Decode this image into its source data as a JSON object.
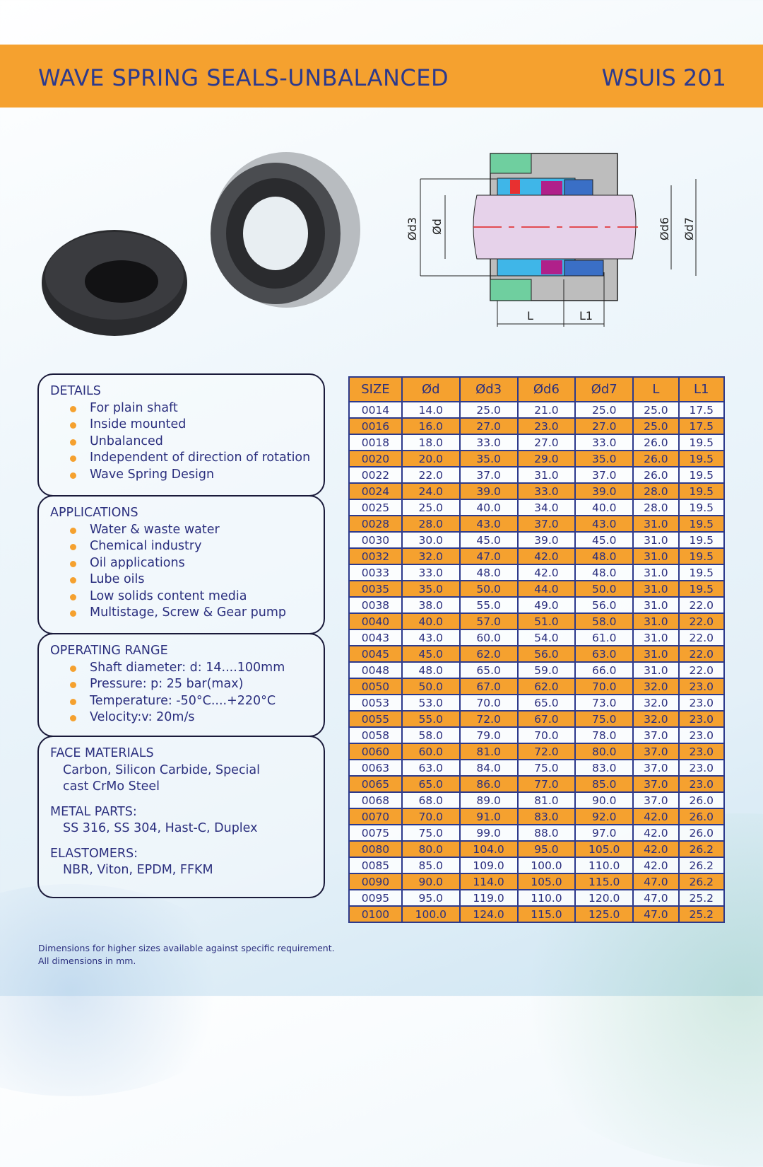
{
  "header": {
    "title": "WAVE SPRING SEALS-UNBALANCED",
    "code": "WSUIS 201"
  },
  "diagram": {
    "labels": {
      "d3": "Ød3",
      "d": "Ød",
      "d6": "Ød6",
      "d7": "Ød7",
      "L": "L",
      "L1": "L1"
    }
  },
  "details": {
    "title": "DETAILS",
    "items": [
      "For plain shaft",
      "Inside mounted",
      "Unbalanced",
      "Independent of direction of rotation",
      "Wave Spring Design"
    ]
  },
  "applications": {
    "title": "APPLICATIONS",
    "items": [
      "Water & waste water",
      "Chemical industry",
      "Oil applications",
      "Lube oils",
      "Low solids content media",
      "Multistage, Screw & Gear pump"
    ]
  },
  "operating": {
    "title": "OPERATING RANGE",
    "items": [
      "Shaft diameter: d: 14....100mm",
      "Pressure: p: 25 bar(max)",
      "Temperature: -50°C....+220°C",
      "Velocity:v: 20m/s"
    ]
  },
  "materials": {
    "face_title": "FACE MATERIALS",
    "face_1": "Carbon, Silicon Carbide, Special",
    "face_2": "cast CrMo Steel",
    "metal_title": "METAL PARTS:",
    "metal": "SS 316, SS 304, Hast-C, Duplex",
    "elast_title": "ELASTOMERS:",
    "elast": "NBR, Viton, EPDM, FFKM"
  },
  "table": {
    "headers": [
      "SIZE",
      "Ød",
      "Ød3",
      "Ød6",
      "Ød7",
      "L",
      "L1"
    ],
    "rows": [
      [
        "0014",
        "14.0",
        "25.0",
        "21.0",
        "25.0",
        "25.0",
        "17.5"
      ],
      [
        "0016",
        "16.0",
        "27.0",
        "23.0",
        "27.0",
        "25.0",
        "17.5"
      ],
      [
        "0018",
        "18.0",
        "33.0",
        "27.0",
        "33.0",
        "26.0",
        "19.5"
      ],
      [
        "0020",
        "20.0",
        "35.0",
        "29.0",
        "35.0",
        "26.0",
        "19.5"
      ],
      [
        "0022",
        "22.0",
        "37.0",
        "31.0",
        "37.0",
        "26.0",
        "19.5"
      ],
      [
        "0024",
        "24.0",
        "39.0",
        "33.0",
        "39.0",
        "28.0",
        "19.5"
      ],
      [
        "0025",
        "25.0",
        "40.0",
        "34.0",
        "40.0",
        "28.0",
        "19.5"
      ],
      [
        "0028",
        "28.0",
        "43.0",
        "37.0",
        "43.0",
        "31.0",
        "19.5"
      ],
      [
        "0030",
        "30.0",
        "45.0",
        "39.0",
        "45.0",
        "31.0",
        "19.5"
      ],
      [
        "0032",
        "32.0",
        "47.0",
        "42.0",
        "48.0",
        "31.0",
        "19.5"
      ],
      [
        "0033",
        "33.0",
        "48.0",
        "42.0",
        "48.0",
        "31.0",
        "19.5"
      ],
      [
        "0035",
        "35.0",
        "50.0",
        "44.0",
        "50.0",
        "31.0",
        "19.5"
      ],
      [
        "0038",
        "38.0",
        "55.0",
        "49.0",
        "56.0",
        "31.0",
        "22.0"
      ],
      [
        "0040",
        "40.0",
        "57.0",
        "51.0",
        "58.0",
        "31.0",
        "22.0"
      ],
      [
        "0043",
        "43.0",
        "60.0",
        "54.0",
        "61.0",
        "31.0",
        "22.0"
      ],
      [
        "0045",
        "45.0",
        "62.0",
        "56.0",
        "63.0",
        "31.0",
        "22.0"
      ],
      [
        "0048",
        "48.0",
        "65.0",
        "59.0",
        "66.0",
        "31.0",
        "22.0"
      ],
      [
        "0050",
        "50.0",
        "67.0",
        "62.0",
        "70.0",
        "32.0",
        "23.0"
      ],
      [
        "0053",
        "53.0",
        "70.0",
        "65.0",
        "73.0",
        "32.0",
        "23.0"
      ],
      [
        "0055",
        "55.0",
        "72.0",
        "67.0",
        "75.0",
        "32.0",
        "23.0"
      ],
      [
        "0058",
        "58.0",
        "79.0",
        "70.0",
        "78.0",
        "37.0",
        "23.0"
      ],
      [
        "0060",
        "60.0",
        "81.0",
        "72.0",
        "80.0",
        "37.0",
        "23.0"
      ],
      [
        "0063",
        "63.0",
        "84.0",
        "75.0",
        "83.0",
        "37.0",
        "23.0"
      ],
      [
        "0065",
        "65.0",
        "86.0",
        "77.0",
        "85.0",
        "37.0",
        "23.0"
      ],
      [
        "0068",
        "68.0",
        "89.0",
        "81.0",
        "90.0",
        "37.0",
        "26.0"
      ],
      [
        "0070",
        "70.0",
        "91.0",
        "83.0",
        "92.0",
        "42.0",
        "26.0"
      ],
      [
        "0075",
        "75.0",
        "99.0",
        "88.0",
        "97.0",
        "42.0",
        "26.0"
      ],
      [
        "0080",
        "80.0",
        "104.0",
        "95.0",
        "105.0",
        "42.0",
        "26.2"
      ],
      [
        "0085",
        "85.0",
        "109.0",
        "100.0",
        "110.0",
        "42.0",
        "26.2"
      ],
      [
        "0090",
        "90.0",
        "114.0",
        "105.0",
        "115.0",
        "47.0",
        "26.2"
      ],
      [
        "0095",
        "95.0",
        "119.0",
        "110.0",
        "120.0",
        "47.0",
        "25.2"
      ],
      [
        "0100",
        "100.0",
        "124.0",
        "115.0",
        "125.0",
        "47.0",
        "25.2"
      ]
    ]
  },
  "footer": {
    "line1": "Dimensions for higher sizes available against specific requirement.",
    "line2": "All dimensions in mm."
  },
  "colors": {
    "accent": "#f5a12f",
    "text": "#2b2f7e"
  }
}
